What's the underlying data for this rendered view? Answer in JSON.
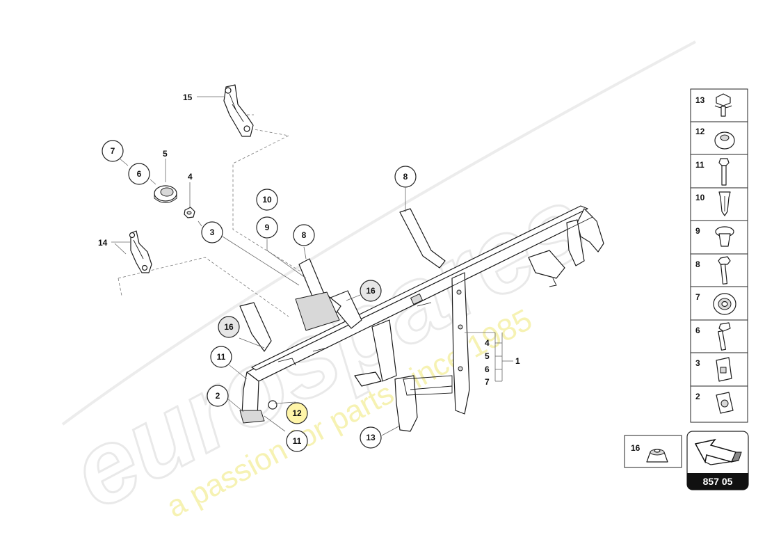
{
  "watermark": {
    "brand": "eurospares",
    "tagline": "a passion for parts since 1985"
  },
  "callouts": {
    "c15": "15",
    "c7": "7",
    "c6": "6",
    "c5": "5",
    "c4": "4",
    "c3": "3",
    "c14": "14",
    "c10": "10",
    "c9": "9",
    "c8a": "8",
    "c8b": "8",
    "c16a": "16",
    "c16b": "16",
    "c11a": "11",
    "c11b": "11",
    "c2": "2",
    "c12": "12",
    "c13": "13",
    "g4": "4",
    "g5": "5",
    "g6": "6",
    "g7": "7",
    "g1": "1"
  },
  "legend": {
    "items": [
      {
        "label": "13",
        "icon": "bolt-flange-icon"
      },
      {
        "label": "12",
        "icon": "washer-cap-icon"
      },
      {
        "label": "11",
        "icon": "long-bolt-icon"
      },
      {
        "label": "10",
        "icon": "expansion-clip-icon"
      },
      {
        "label": "9",
        "icon": "push-rivet-icon"
      },
      {
        "label": "8",
        "icon": "hex-bolt-icon"
      },
      {
        "label": "7",
        "icon": "grommet-icon"
      },
      {
        "label": "6",
        "icon": "bolt-icon"
      },
      {
        "label": "3",
        "icon": "clip-nut-icon"
      },
      {
        "label": "2",
        "icon": "cage-nut-icon"
      }
    ],
    "extra": {
      "label": "16",
      "icon": "cap-nut-icon"
    }
  },
  "diagram_code": "857 05",
  "colors": {
    "accent_yellow": "#fff5a8",
    "gray_callout": "#e6e6e6",
    "code_bg": "#111111"
  }
}
